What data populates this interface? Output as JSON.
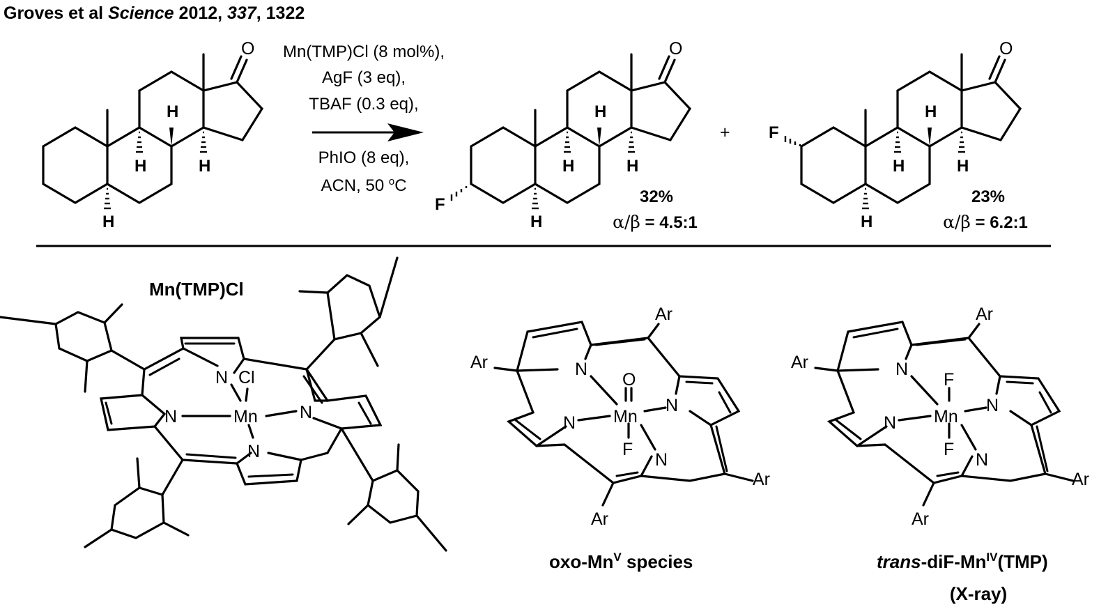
{
  "citation": {
    "authors": "Groves et al ",
    "journal": "Science",
    "year": " 2012, ",
    "volume": "337",
    "pages": ", 1322"
  },
  "conditions": {
    "line1": "Mn(TMP)Cl (8 mol%),",
    "line2": "AgF (3 eq),",
    "line3": "TBAF (0.3 eq),",
    "line4": "PhIO (8 eq),",
    "line5_main": "ACN, 50 ",
    "line5_sup": "o",
    "line5_end": "C"
  },
  "atoms": {
    "O": "O",
    "H": "H",
    "F": "F",
    "N": "N",
    "Mn": "Mn",
    "Cl": "Cl",
    "Ar": "Ar"
  },
  "plus_sign": "+",
  "product1": {
    "yield": "32%",
    "ratio_prefix": "α/β",
    "ratio_value": " = 4.5:1"
  },
  "product2": {
    "yield": "23%",
    "ratio_prefix": "α/β",
    "ratio_value": " = 6.2:1"
  },
  "catalyst": {
    "name": "Mn(TMP)Cl"
  },
  "oxo_species": {
    "prefix": "oxo-Mn",
    "sup": "V",
    "suffix": " species"
  },
  "difluoro": {
    "italic": "trans",
    "prefix": "-diF-Mn",
    "sup": "IV",
    "suffix": "(TMP)",
    "line2": "(X-ray)"
  },
  "colors": {
    "ink": "#000000",
    "background": "#ffffff"
  }
}
